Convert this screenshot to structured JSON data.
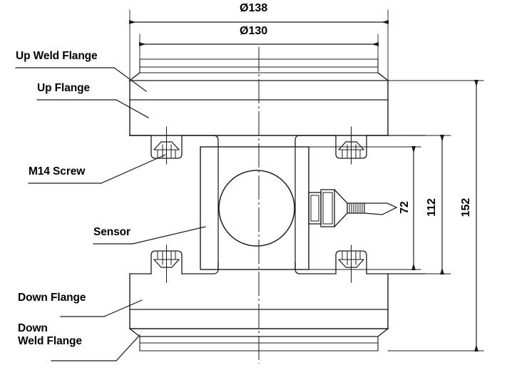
{
  "drawing": {
    "title": "Load Cell Weighing Module Assembly Drawing",
    "type": "engineering-technical-drawing",
    "units": "mm",
    "line_color": "#1a1a1a",
    "background_color": "#ffffff",
    "text_color": "#000000"
  },
  "dimensions": {
    "horizontal": [
      {
        "id": "dia-138",
        "label": "Ø138",
        "value": 138,
        "symbol": "Ø",
        "orientation": "horizontal",
        "describes": "outer weld flange diameter"
      },
      {
        "id": "dia-130",
        "label": "Ø130",
        "value": 130,
        "symbol": "Ø",
        "orientation": "horizontal",
        "describes": "flange body diameter"
      }
    ],
    "vertical": [
      {
        "id": "h-72",
        "label": "72",
        "value": 72,
        "orientation": "vertical",
        "describes": "sensor body height"
      },
      {
        "id": "h-112",
        "label": "112",
        "value": 112,
        "orientation": "vertical",
        "describes": "inner assembly height"
      },
      {
        "id": "h-152",
        "label": "152",
        "value": 152,
        "orientation": "vertical",
        "describes": "overall assembly height"
      }
    ]
  },
  "callouts": [
    {
      "id": "up-weld-flange",
      "label": "Up Weld Flange",
      "lines": [
        "Up Weld Flange"
      ]
    },
    {
      "id": "up-flange",
      "label": "Up Flange",
      "lines": [
        "Up Flange"
      ]
    },
    {
      "id": "m14-screw",
      "label": "M14 Screw",
      "lines": [
        "M14 Screw"
      ]
    },
    {
      "id": "sensor",
      "label": "Sensor",
      "lines": [
        "Sensor"
      ]
    },
    {
      "id": "down-flange",
      "label": "Down Flange",
      "lines": [
        "Down Flange"
      ]
    },
    {
      "id": "down-weld-flange",
      "label": "Down Weld Flange",
      "lines": [
        "Down",
        "Weld Flange"
      ]
    }
  ],
  "components": {
    "up_weld_flange": "Up Weld Flange",
    "up_flange": "Up Flange",
    "screws": "M14 Screw",
    "sensor": "Sensor",
    "down_flange": "Down Flange",
    "down_weld_flange": "Down Weld Flange",
    "cable_gland": "cable-gland",
    "cable": "sensor-cable",
    "center_line": "centerline"
  }
}
